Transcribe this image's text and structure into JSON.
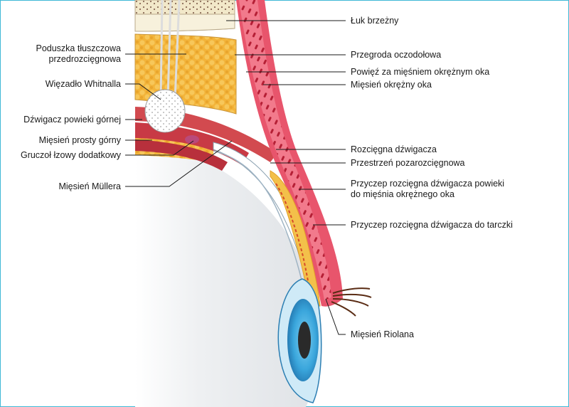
{
  "diagram": {
    "labels_left": [
      {
        "id": "fat-pad",
        "text": "Poduszka tłuszczowa\nprzedrozcięgnowa"
      },
      {
        "id": "whitnall",
        "text": "Więzadło Whitnalla"
      },
      {
        "id": "levator",
        "text": "Dźwigacz powieki górnej"
      },
      {
        "id": "superior-rectus",
        "text": "Mięsień prosty górny"
      },
      {
        "id": "lacrimal-gland",
        "text": "Gruczoł łzowy dodatkowy"
      },
      {
        "id": "muller",
        "text": "Mięsień Müllera"
      }
    ],
    "labels_right": [
      {
        "id": "arcus",
        "text": "Łuk brzeżny"
      },
      {
        "id": "septum",
        "text": "Przegroda oczodołowa"
      },
      {
        "id": "fascia",
        "text": "Powięź za mięśniem okrężnym oka"
      },
      {
        "id": "orbicularis",
        "text": "Mięsień okrężny oka"
      },
      {
        "id": "aponeurosis",
        "text": "Rozcięgna dźwigacza"
      },
      {
        "id": "space",
        "text": "Przestrzeń pozarozcięgnowa"
      },
      {
        "id": "attach-orb",
        "text": "Przyczep rozcięgna dźwigacza powieki\ndo mięśnia okrężnego oka"
      },
      {
        "id": "attach-tarsus",
        "text": "Przyczep rozcięgna dźwigacza do tarczki"
      },
      {
        "id": "riolan",
        "text": "Mięsień Riolana"
      }
    ],
    "colors": {
      "skin": "#e8556c",
      "muscle": "#c83a45",
      "fat": "#f3b43a",
      "bone": "#f2e8c9",
      "iris": "#3aa6dc",
      "frame": "#3fb8d6"
    }
  }
}
